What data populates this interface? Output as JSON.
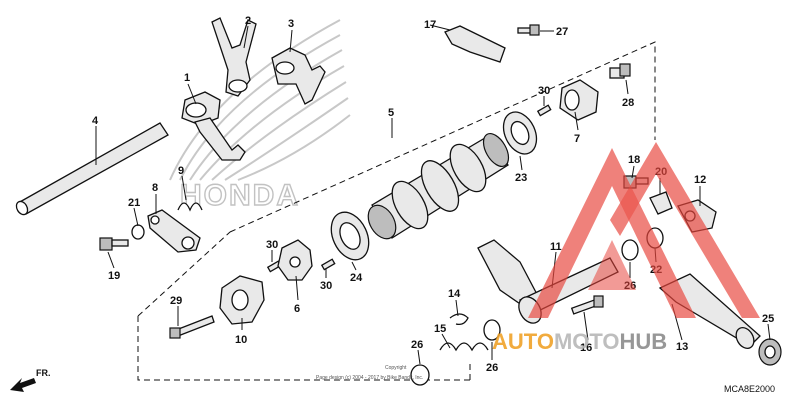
{
  "diagram": {
    "callouts": [
      {
        "id": "1",
        "label": "1"
      },
      {
        "id": "2",
        "label": "2"
      },
      {
        "id": "3",
        "label": "3"
      },
      {
        "id": "4",
        "label": "4"
      },
      {
        "id": "5",
        "label": "5"
      },
      {
        "id": "6",
        "label": "6"
      },
      {
        "id": "7",
        "label": "7"
      },
      {
        "id": "8",
        "label": "8"
      },
      {
        "id": "9",
        "label": "9"
      },
      {
        "id": "10",
        "label": "10"
      },
      {
        "id": "11",
        "label": "11"
      },
      {
        "id": "12",
        "label": "12"
      },
      {
        "id": "13",
        "label": "13"
      },
      {
        "id": "14",
        "label": "14"
      },
      {
        "id": "15",
        "label": "15"
      },
      {
        "id": "16",
        "label": "16"
      },
      {
        "id": "17",
        "label": "17"
      },
      {
        "id": "18",
        "label": "18"
      },
      {
        "id": "19",
        "label": "19"
      },
      {
        "id": "20",
        "label": "20"
      },
      {
        "id": "21",
        "label": "21"
      },
      {
        "id": "22",
        "label": "22"
      },
      {
        "id": "23",
        "label": "23"
      },
      {
        "id": "24",
        "label": "24"
      },
      {
        "id": "25",
        "label": "25"
      },
      {
        "id": "26a",
        "label": "26"
      },
      {
        "id": "26b",
        "label": "26"
      },
      {
        "id": "26c",
        "label": "26"
      },
      {
        "id": "27",
        "label": "27"
      },
      {
        "id": "28",
        "label": "28"
      },
      {
        "id": "29",
        "label": "29"
      },
      {
        "id": "30a",
        "label": "30"
      },
      {
        "id": "30b",
        "label": "30"
      },
      {
        "id": "30c",
        "label": "30"
      }
    ],
    "diagram_code": "MCA8E2000",
    "direction_label": "FR.",
    "logo_text": "HONDA",
    "copyright_line1": "Copyright",
    "copyright_line2": "Page design (c) 2004 - 2017 by Bike Bandit, Inc."
  },
  "watermark": {
    "part1": "AUTO",
    "part2": "MOTO",
    "part3": "HUB",
    "accent_color": "#e8453c",
    "orange_color": "#f0a32a"
  }
}
